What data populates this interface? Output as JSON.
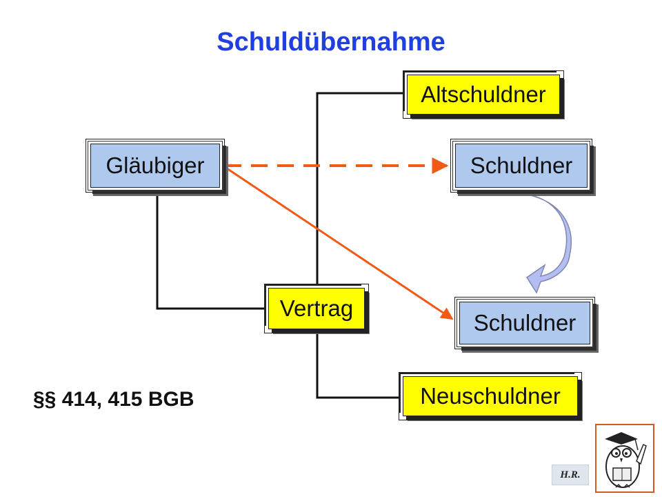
{
  "title": "Schuldübernahme",
  "nodes": {
    "glaeubiger": "Gläubiger",
    "schuldner_old": "Schuldner",
    "schuldner_new": "Schuldner",
    "altschuldner": "Altschuldner",
    "vertrag": "Vertrag",
    "neuschuldner": "Neuschuldner"
  },
  "law_reference": "§§ 414, 415 BGB",
  "badge": "H.R.",
  "colors": {
    "title": "#1f3fe0",
    "box_yellow": "#ffff00",
    "box_blue": "#aec8ee",
    "relation_arrow": "#f05a14",
    "transfer_arrow": "#b4bef0"
  },
  "icons": [
    "owl-professor-icon",
    "curved-down-arrow-icon"
  ]
}
